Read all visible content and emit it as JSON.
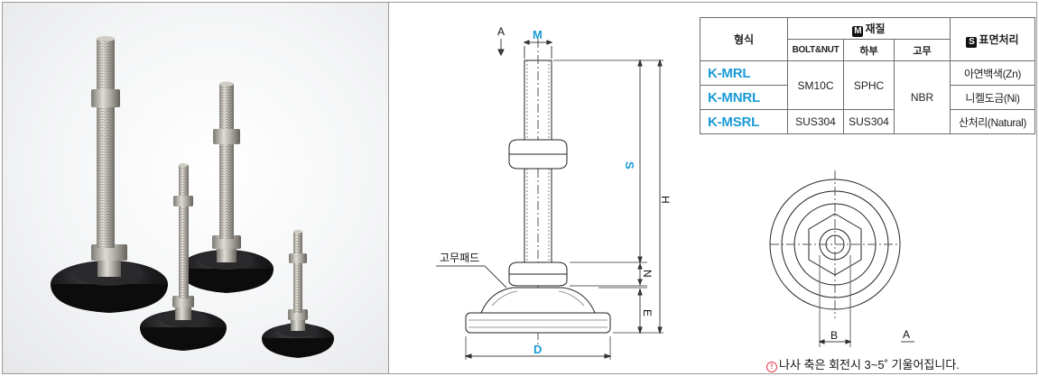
{
  "drawing": {
    "labels": {
      "a_top": "A",
      "m": "M",
      "s": "S",
      "h": "H",
      "n": "N",
      "e": "E",
      "d": "D",
      "rubber_pad": "고무패드",
      "b": "B",
      "a_bottom": "A"
    }
  },
  "spec_table": {
    "headers": {
      "model": "형식",
      "material_mark": "M",
      "material": "재질",
      "surface_mark": "S",
      "surface": "표면처리",
      "bolt_nut": "BOLT&NUT",
      "lower": "하부",
      "rubber": "고무"
    },
    "rows": [
      {
        "model": "K-MRL",
        "surface": "아연백색(Zn)"
      },
      {
        "model": "K-MNRL",
        "surface": "니켈도금(Ni)"
      },
      {
        "model": "K-MSRL",
        "surface": "산처리(Natural)"
      }
    ],
    "materials": {
      "bolt_standard": "SM10C",
      "lower_standard": "SPHC",
      "bolt_sus": "SUS304",
      "lower_sus": "SUS304",
      "rubber": "NBR"
    }
  },
  "note": {
    "icon": "warning-icon",
    "text": "나사 축은 회전시 3~5˚ 기울어집니다."
  },
  "colors": {
    "accent": "#1a9ad6",
    "warning": "#e2364a"
  }
}
